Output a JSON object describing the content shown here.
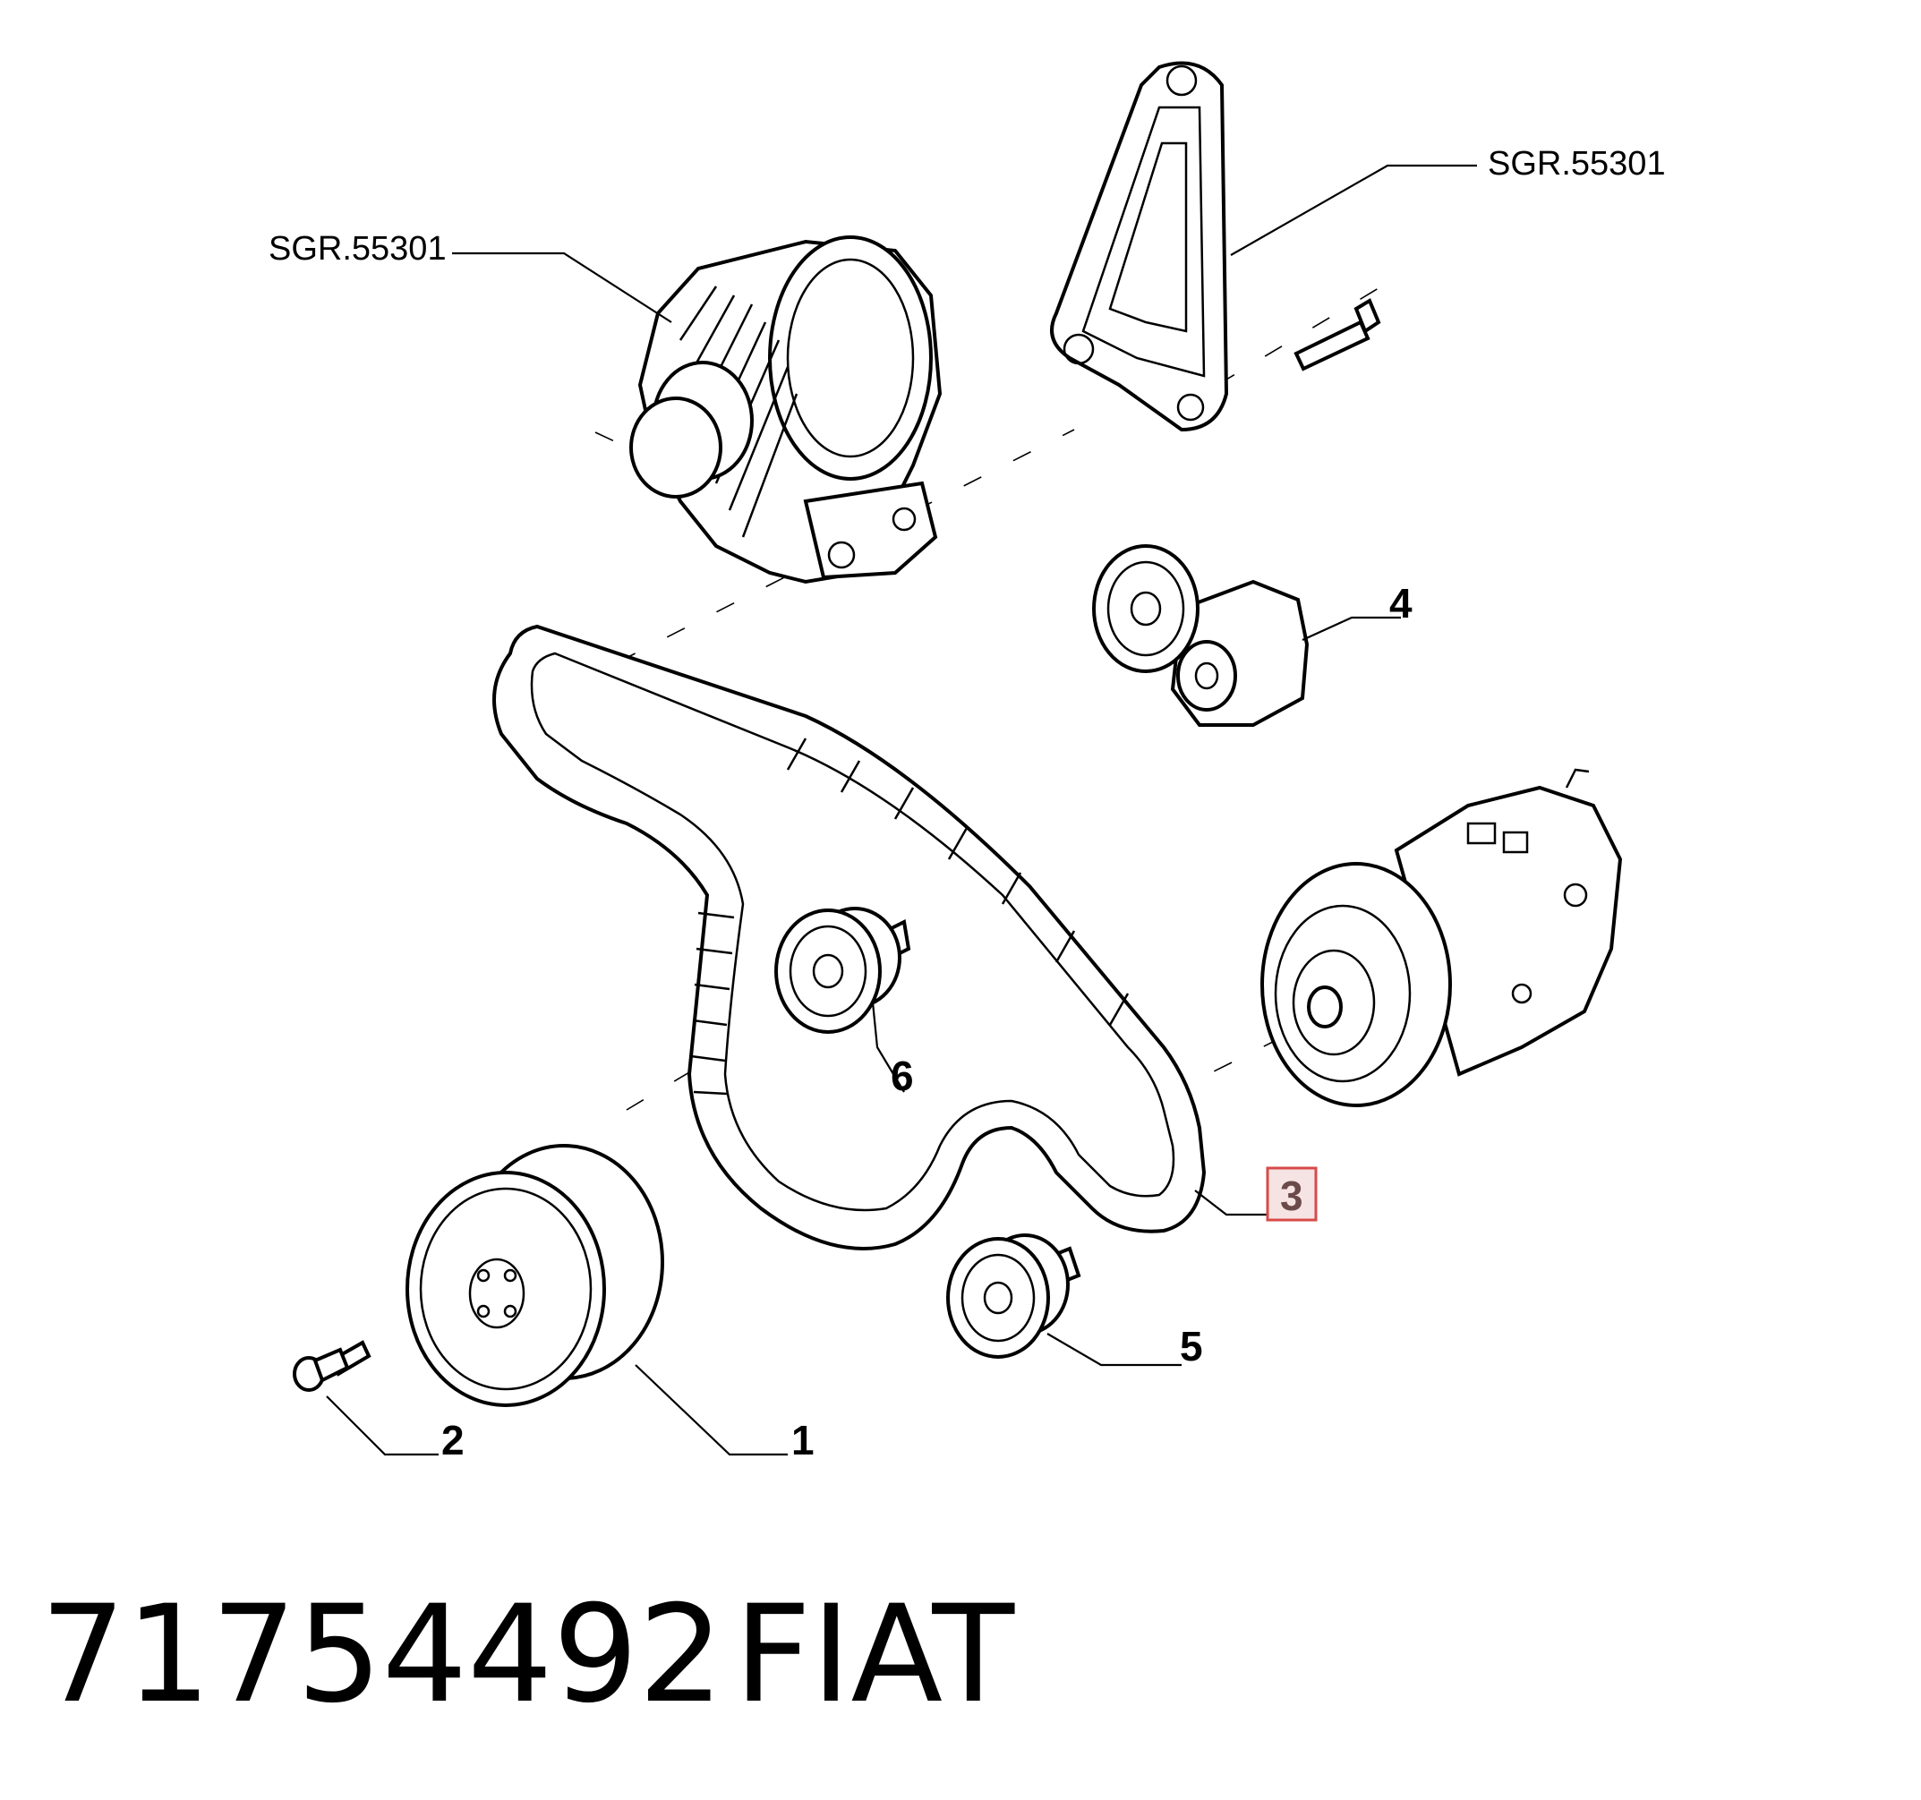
{
  "diagram": {
    "callouts": {
      "alternator_ref": "SGR.55301",
      "bracket_ref": "SGR.55301",
      "pulley": "1",
      "bolt": "2",
      "belt": "3",
      "tensioner": "4",
      "idler_lower": "5",
      "idler_upper": "6"
    },
    "highlighted_callout": "3",
    "colors": {
      "highlight_fill": "#f6e3e3",
      "highlight_border": "#d84a4a"
    }
  },
  "caption": {
    "part_number": "71754492",
    "brand": "FIAT"
  }
}
